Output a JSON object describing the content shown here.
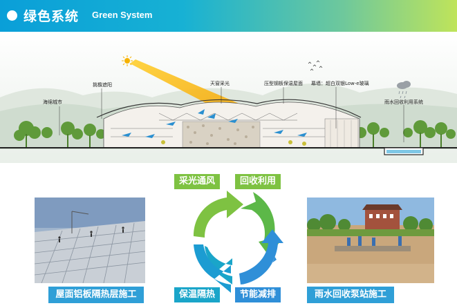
{
  "header": {
    "title": "绿色系统",
    "subtitle": "Green System"
  },
  "section_labels": {
    "city": "海绵城市",
    "sunshade": "挑檐遮阳",
    "skylight": "天窗采光",
    "roof": "压型钢板保温屋面",
    "curtain_wall": "幕墙：超白双银Low-e玻璃",
    "rainwater": "雨水回收利用系统"
  },
  "cycle": {
    "top_left": "采光通风",
    "top_right": "回收利用",
    "bottom_left": "保温隔热",
    "bottom_right": "节能减排",
    "colors": {
      "green": "#7ec242",
      "teal": "#1aa5c9",
      "blue": "#2f8fd8"
    }
  },
  "photos": {
    "left_caption": "屋面铝板隔热层施工",
    "right_caption": "雨水回收泵站施工"
  }
}
